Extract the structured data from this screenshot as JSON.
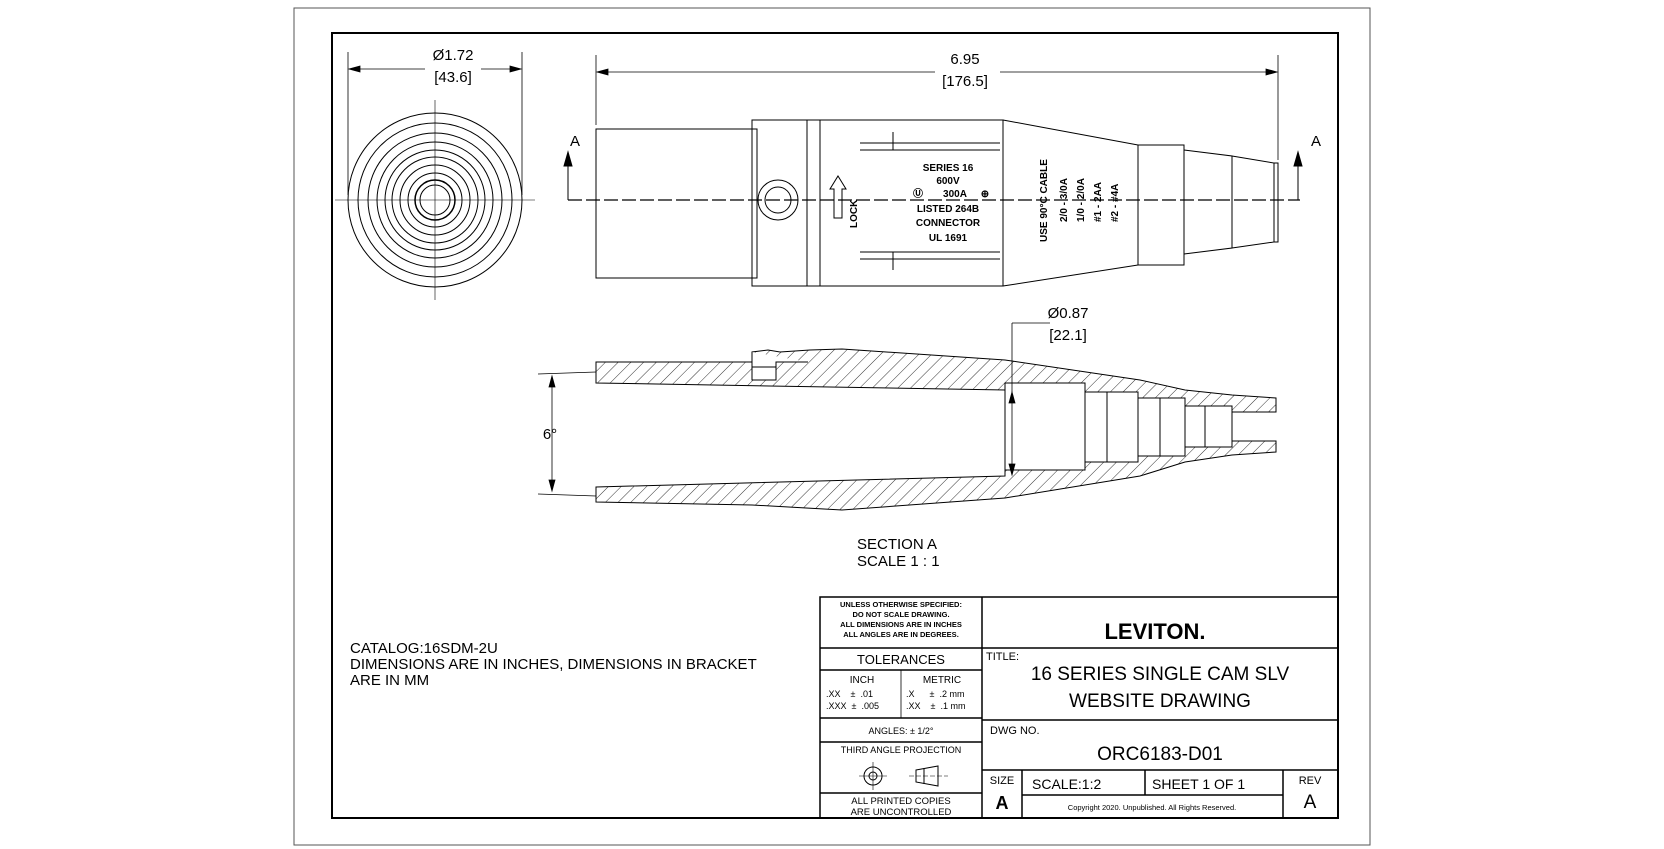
{
  "drawing": {
    "dimensions": {
      "diameter_overall": "Ø1.72",
      "diameter_overall_mm": "[43.6]",
      "length_overall": "6.95",
      "length_overall_mm": "[176.5]",
      "bore_diameter": "Ø0.87",
      "bore_diameter_mm": "[22.1]",
      "angle": "6°"
    },
    "section_marker": "A",
    "section_title": "SECTION A",
    "section_scale": "SCALE 1 : 1",
    "body_markings": {
      "lock": "LOCK",
      "series_lines": [
        "SERIES 16",
        "600V",
        "300A",
        "LISTED 264B",
        "CONNECTOR",
        "UL 1691"
      ],
      "cable_heading": "USE 90°C CABLE",
      "cable_ranges": [
        "2/0 - 3/0A",
        "1/0 - 2/0A",
        "#1 - 2AA",
        "#2 - #4A"
      ]
    },
    "notes": {
      "catalog": "CATALOG:16SDM-2U",
      "dimensions_note_1": "DIMENSIONS ARE IN INCHES, DIMENSIONS IN BRACKET",
      "dimensions_note_2": "ARE IN MM"
    }
  },
  "title_block": {
    "unless_lines": [
      "UNLESS OTHERWISE SPECIFIED:",
      "DO NOT SCALE DRAWING.",
      "ALL DIMENSIONS ARE IN INCHES",
      "ALL ANGLES ARE IN DEGREES."
    ],
    "tolerances_label": "TOLERANCES",
    "inch_label": "INCH",
    "metric_label": "METRIC",
    "inch_row_1": ".XX    ±  .01",
    "inch_row_2": ".XXX  ±  .005",
    "metric_row_1": ".X      ±  .2 mm",
    "metric_row_2": ".XX    ±  .1 mm",
    "angles": "ANGLES: ± 1/2°",
    "projection": "THIRD ANGLE PROJECTION",
    "copies_1": "ALL PRINTED COPIES",
    "copies_2": "ARE UNCONTROLLED",
    "company": "LEVITON.",
    "title_label": "TITLE:",
    "title_line_1": "16 SERIES SINGLE CAM SLV",
    "title_line_2": "WEBSITE DRAWING",
    "dwg_label": "DWG NO.",
    "dwg_no": "ORC6183-D01",
    "size_label": "SIZE",
    "size_value": "A",
    "scale": "SCALE:1:2",
    "sheet": "SHEET 1 OF 1",
    "copyright": "Copyright 2020. Unpublished. All Rights Reserved.",
    "rev_label": "REV",
    "rev_value": "A"
  }
}
